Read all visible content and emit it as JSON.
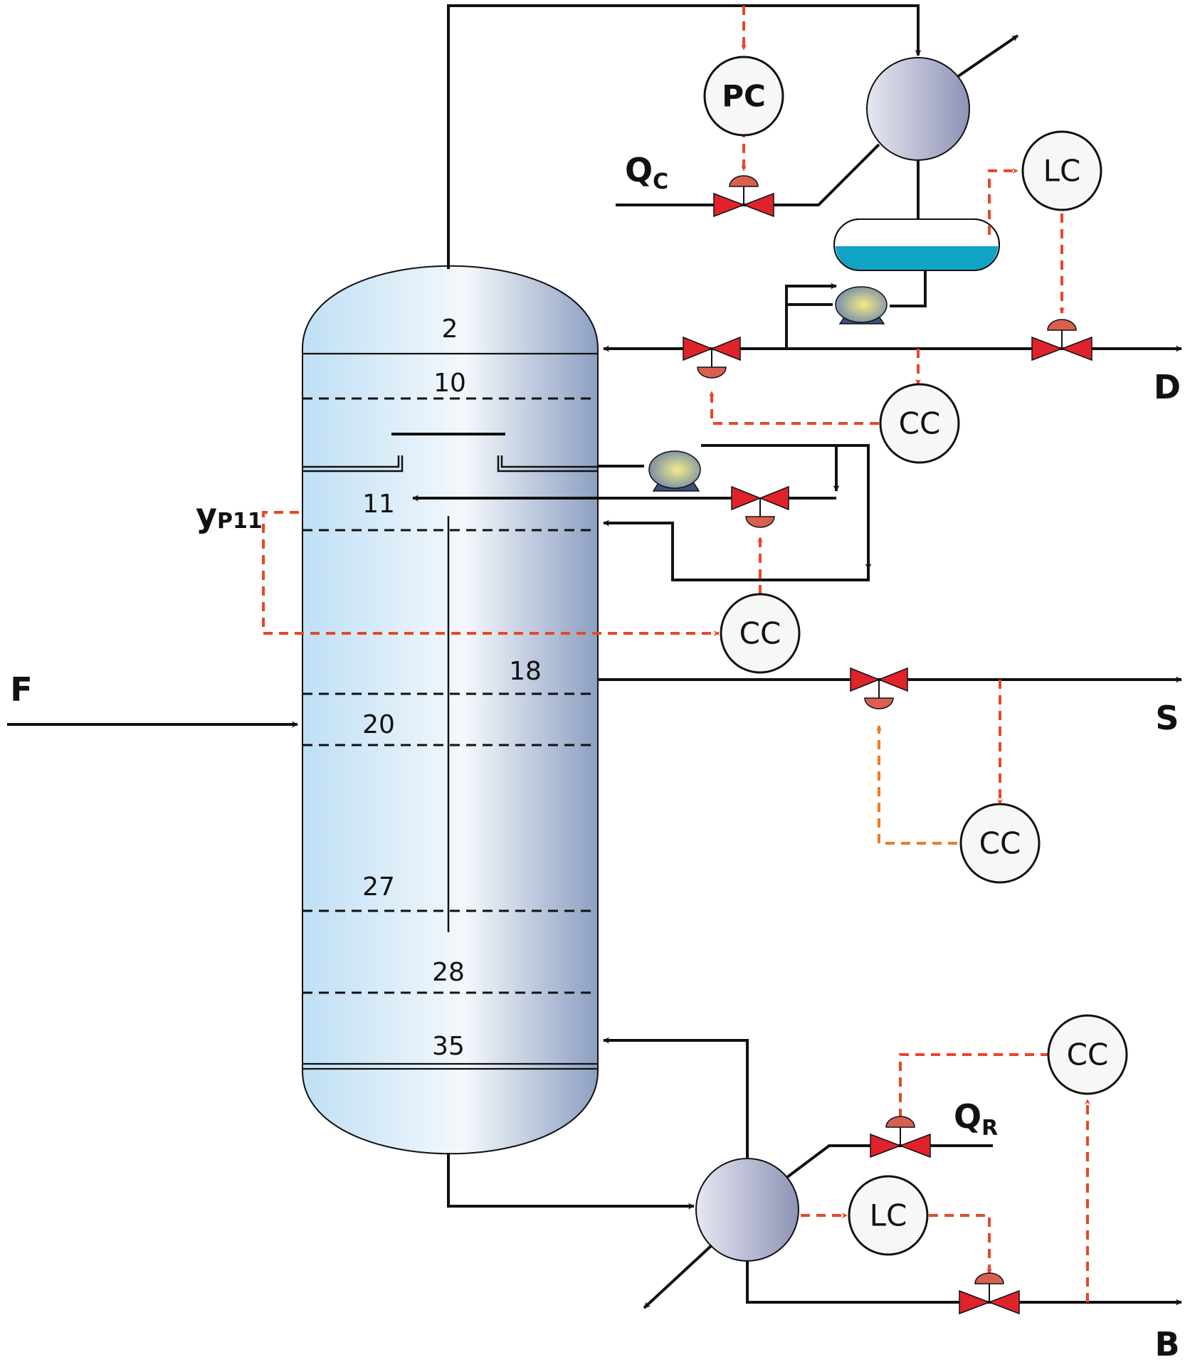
{
  "streams": {
    "feed": "F",
    "distillate": "D",
    "side_draw": "S",
    "bottoms": "B"
  },
  "heat": {
    "condenser_main": "Q",
    "condenser_sub": "C",
    "reboiler_main": "Q",
    "reboiler_sub": "R"
  },
  "trays": {
    "t2": "2",
    "t10": "10",
    "t11": "11",
    "t18": "18",
    "t20": "20",
    "t27": "27",
    "t28": "28",
    "t35": "35"
  },
  "measurement": {
    "main": "y",
    "sub": "P11"
  },
  "controllers": {
    "pressure": "PC",
    "level_top": "LC",
    "comp_distillate": "CC",
    "comp_middle": "CC",
    "comp_side": "CC",
    "comp_bottom": "CC",
    "level_bottom": "LC"
  },
  "colors": {
    "column_light": "#c7e3f6",
    "column_dark": "#8a9cbf",
    "signal": "#e8472a",
    "signal_alt": "#f07a1e",
    "valve": "#e0232b",
    "liquid": "#0fa3c4"
  }
}
